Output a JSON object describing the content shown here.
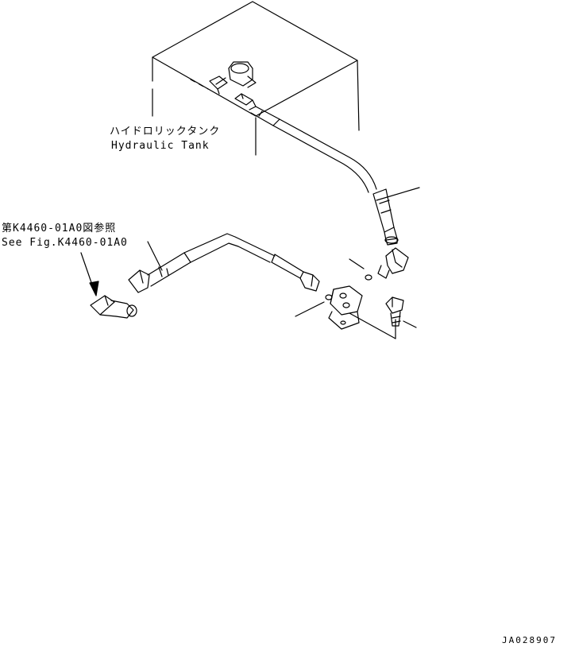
{
  "labels": {
    "tank_jp": "ハイドロリックタンク",
    "tank_en": "Hydraulic Tank",
    "ref_jp": "第K4460-01A0図参照",
    "ref_en": "See Fig.K4460-01A0",
    "drawing_code": "JA028907"
  },
  "colors": {
    "line": "#000000",
    "background": "#ffffff"
  }
}
